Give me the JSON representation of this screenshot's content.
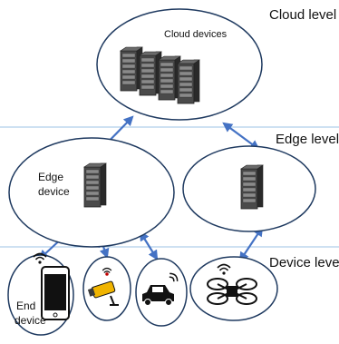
{
  "levels": {
    "cloud": "Cloud level",
    "edge": "Edge level",
    "device": "Device level"
  },
  "nodes": {
    "cloud_devices": "Cloud devices",
    "edge_device_line1": "Edge",
    "edge_device_line2": "device",
    "end_device_line1": "End",
    "end_device_line2": "device"
  },
  "colors": {
    "ellipse_stroke": "#1f3a60",
    "arrow": "#4472c4",
    "divider": "#9dc3e6",
    "server_dark": "#3a3a3a",
    "camera": "#f0b400"
  },
  "icons": [
    "server-rack-icon",
    "smartphone-icon",
    "camera-icon",
    "car-icon",
    "drone-icon",
    "wifi-icon"
  ]
}
